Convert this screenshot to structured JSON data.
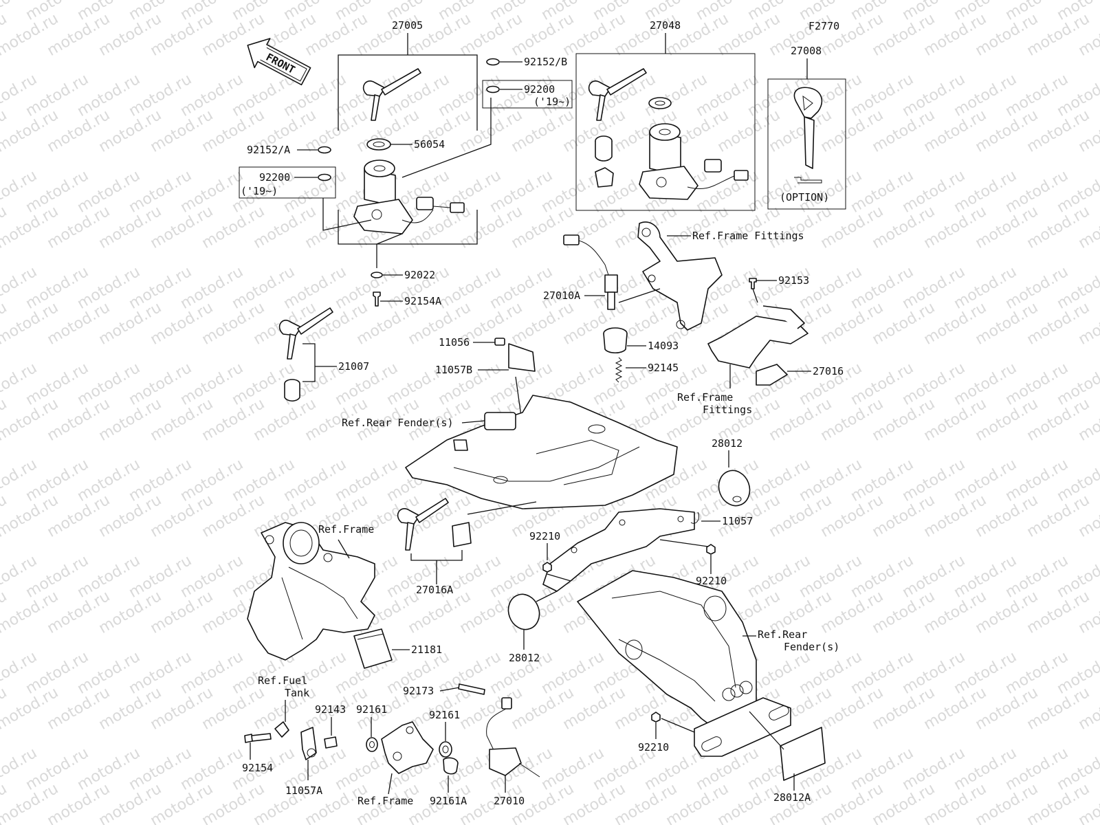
{
  "figure_code": "F2770",
  "front_arrow": "FRONT",
  "watermark": "motod.ru",
  "parts": {
    "p27005": "27005",
    "p27048": "27048",
    "p27008": "27008",
    "p27008_note": "(OPTION)",
    "p92152B": "92152/B",
    "p92200a": "92200",
    "p92200a_year": "('19~)",
    "p92152A": "92152/A",
    "p92200b": "92200",
    "p92200b_year": "('19~)",
    "p56054": "56054",
    "p92022": "92022",
    "p92154A": "92154A",
    "p21007": "21007",
    "p11056": "11056",
    "p11057B": "11057B",
    "p27010A": "27010A",
    "p14093": "14093",
    "p92145": "92145",
    "p92153": "92153",
    "p27016": "27016",
    "p28012a": "28012",
    "p11057": "11057",
    "p92210a": "92210",
    "p92210b": "92210",
    "p27016A": "27016A",
    "p28012b": "28012",
    "p21181": "21181",
    "p92173": "92173",
    "p92143": "92143",
    "p92161a": "92161",
    "p92161b": "92161",
    "p92154": "92154",
    "p11057A": "11057A",
    "p92161A": "92161A",
    "p27010": "27010",
    "p92210c": "92210",
    "p28012A": "28012A"
  },
  "refs": {
    "frame_fittings_top": "Ref.Frame Fittings",
    "frame_fittings_1": "Ref.Frame",
    "frame_fittings_2": "Fittings",
    "rear_fender_top": "Ref.Rear Fender(s)",
    "frame_left": "Ref.Frame",
    "rear_fender_1": "Ref.Rear",
    "rear_fender_2": "Fender(s)",
    "fuel_tank_1": "Ref.Fuel",
    "fuel_tank_2": "Tank",
    "frame_bottom": "Ref.Frame"
  }
}
